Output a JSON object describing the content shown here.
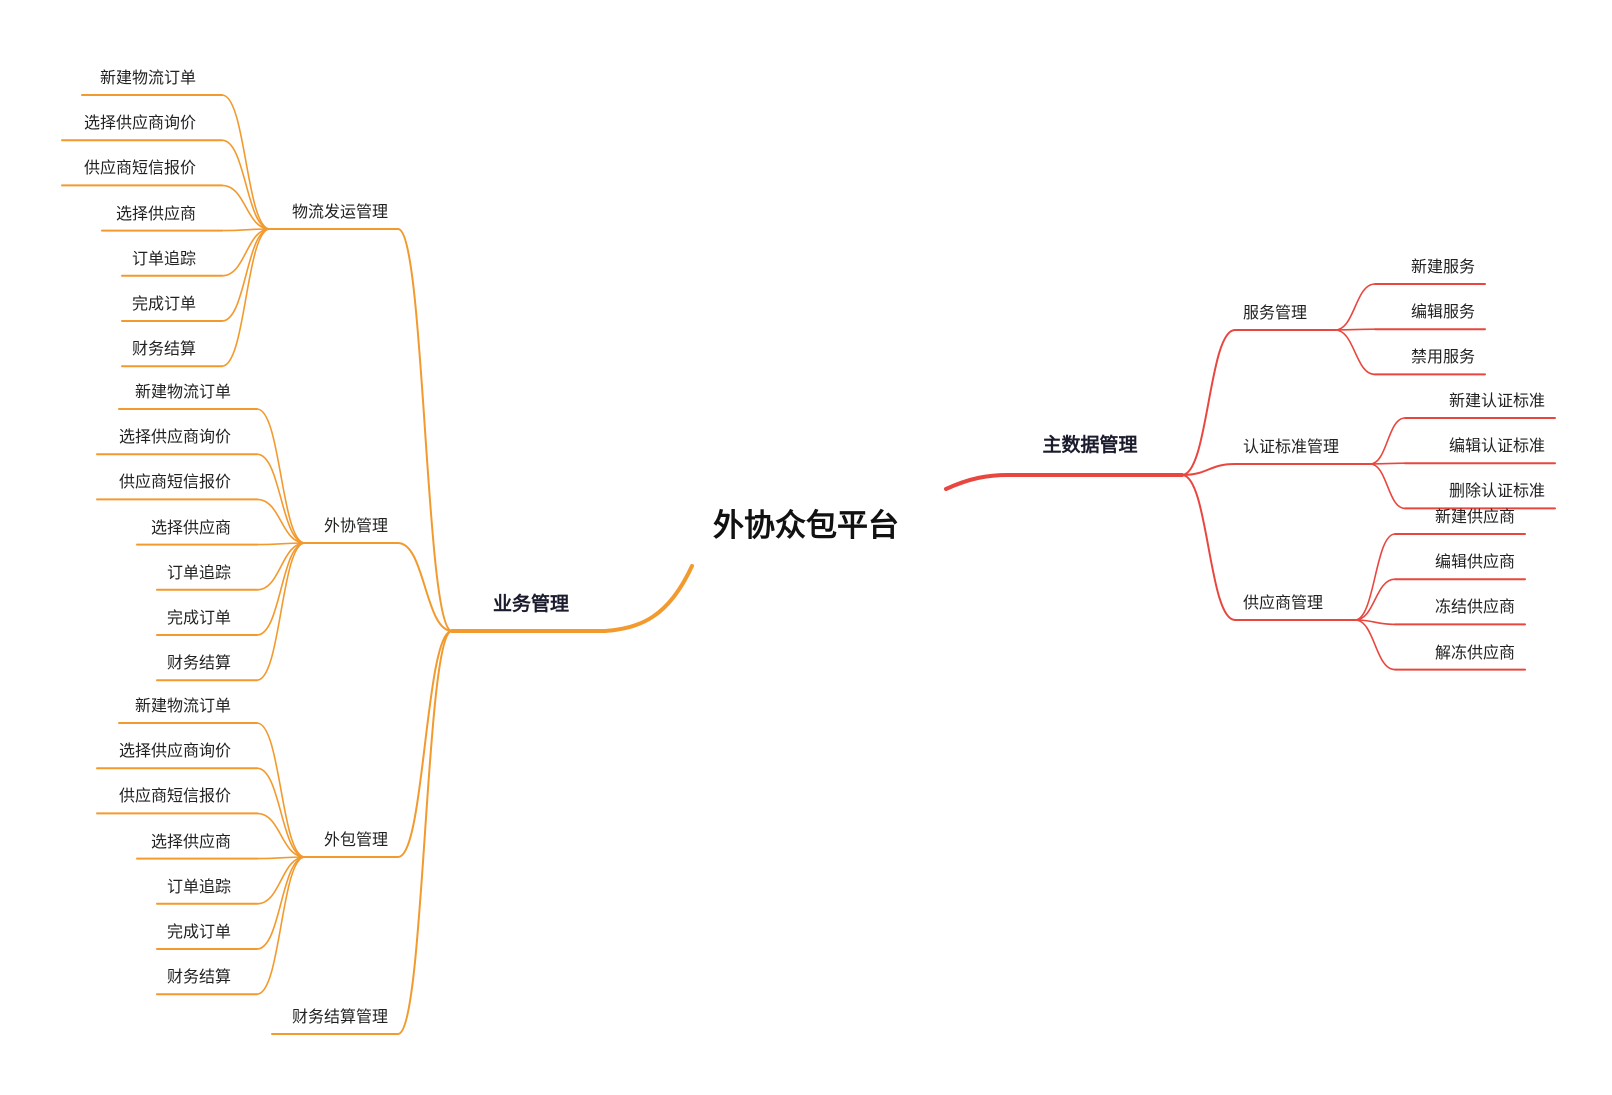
{
  "root": "外协众包平台",
  "colors": {
    "left": "#F29A2E",
    "right": "#E8473F"
  },
  "left": {
    "label": "业务管理",
    "children": [
      {
        "label": "物流发运管理",
        "children": [
          "新建物流订单",
          "选择供应商询价",
          "供应商短信报价",
          "选择供应商",
          "订单追踪",
          "完成订单",
          "财务结算"
        ]
      },
      {
        "label": "外协管理",
        "children": [
          "新建物流订单",
          "选择供应商询价",
          "供应商短信报价",
          "选择供应商",
          "订单追踪",
          "完成订单",
          "财务结算"
        ]
      },
      {
        "label": "外包管理",
        "children": [
          "新建物流订单",
          "选择供应商询价",
          "供应商短信报价",
          "选择供应商",
          "订单追踪",
          "完成订单",
          "财务结算"
        ]
      },
      {
        "label": "财务结算管理",
        "children": []
      }
    ]
  },
  "right": {
    "label": "主数据管理",
    "children": [
      {
        "label": "服务管理",
        "children": [
          "新建服务",
          "编辑服务",
          "禁用服务"
        ]
      },
      {
        "label": "认证标准管理",
        "children": [
          "新建认证标准",
          "编辑认证标准",
          "删除认证标准"
        ]
      },
      {
        "label": "供应商管理",
        "children": [
          "新建供应商",
          "编辑供应商",
          "冻结供应商",
          "解冻供应商"
        ]
      }
    ]
  }
}
